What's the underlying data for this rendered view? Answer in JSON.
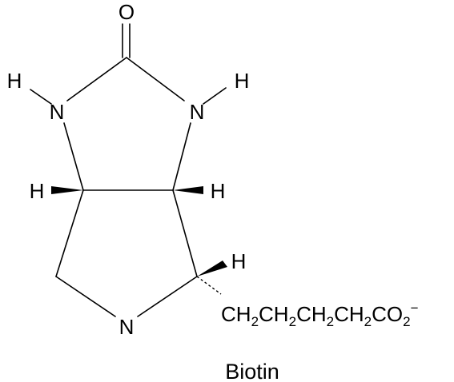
{
  "molecule": {
    "atoms": {
      "o": "O",
      "n_left": "N",
      "n_right": "N",
      "n_bottom": "N",
      "h_n_left": "H",
      "h_n_right": "H",
      "h_left": "H",
      "h_right": "H",
      "h_side": "H"
    },
    "side_chain": {
      "groups": [
        "CH",
        "CH",
        "CH",
        "CH",
        "CO"
      ],
      "subscripts": [
        "2",
        "2",
        "2",
        "2",
        "2"
      ],
      "charge": "−"
    },
    "name": "Biotin"
  }
}
